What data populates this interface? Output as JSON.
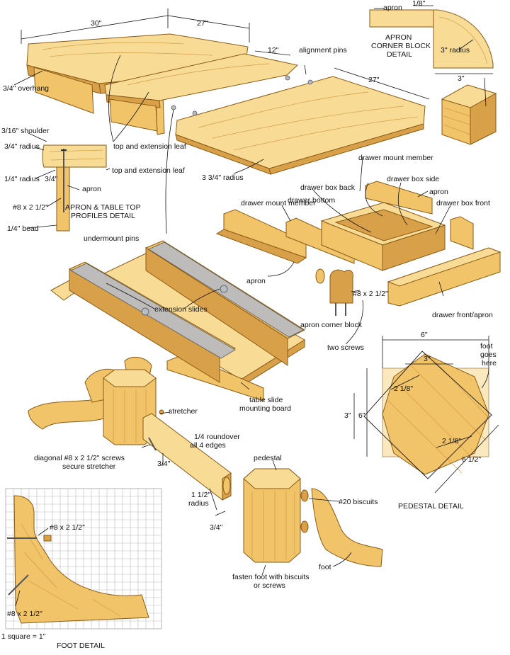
{
  "labels": {
    "dim_30": "30\"",
    "dim_27_top": "27\"",
    "dim_12": "12\"",
    "alignment_pins": "alignment pins",
    "dim_27_leaf": "27\"",
    "overhang": "3/4\" overhang",
    "top_and_extension_leaf_1": "top and extension leaf",
    "radius_3_3_4": "3 3/4\" radius",
    "shoulder": "3/16\" shoulder",
    "radius_3_4": "3/4\" radius",
    "top_and_extension_leaf_2": "top and extension leaf",
    "radius_1_4": "1/4\" radius",
    "dim_3_4_profile": "3/4\"",
    "apron_profile": "apron",
    "screw_profile": "#8 x 2 1/2\"",
    "profiles_detail_1": "APRON & TABLE TOP",
    "profiles_detail_2": "PROFILES DETAIL",
    "bead": "1/4\" bead",
    "undermount_pins": "undermount pins",
    "apron_corner": "apron",
    "dim_1_8": "1/8\"",
    "corner_detail_1": "APRON",
    "corner_detail_2": "CORNER BLOCK",
    "corner_detail_3": "DETAIL",
    "radius_3": "3\" radius",
    "dim_3_corner": "3\"",
    "drawer_mount_member_1": "drawer mount member",
    "drawer_box_back": "drawer box back",
    "drawer_box_side": "drawer box side",
    "drawer_bottom": "drawer bottom",
    "drawer_mount_member_2": "drawer mount member",
    "apron_drawer_right": "apron",
    "drawer_box_front": "drawer box front",
    "apron_drawer_left": "apron",
    "screw_block": "#8 x 2 1/2\"",
    "apron_corner_block": "apron corner block",
    "two_screws": "two screws",
    "drawer_front_apron": "drawer front/apron",
    "extension_slides": "extension slides",
    "table_slide_1": "table slide",
    "table_slide_2": "mounting board",
    "stretcher": "stretcher",
    "roundover_1": "1/4 roundover",
    "roundover_2": "all 4 edges",
    "diag_screws_1": "diagonal #8 x 2 1/2\" screws",
    "diag_screws_2": "secure stretcher",
    "dim_3_4_stretcher": "3/4\"",
    "radius_1_1_2_a": "1 1/2\"",
    "radius_1_1_2_b": "radius",
    "dim_3_4_end": "3/4\"",
    "pedestal": "pedestal",
    "biscuits": "#20 biscuits",
    "foot": "foot",
    "fasten_1": "fasten foot with biscuits",
    "fasten_2": "or screws",
    "screw_foot_1": "#8 x 2 1/2\"",
    "screw_foot_2": "#8 x 2 1/2\"",
    "grid_scale": "1 square = 1\"",
    "foot_detail": "FOOT DETAIL",
    "ped_dim_6_top": "6\"",
    "ped_dim_3_top": "3\"",
    "ped_dim_2_1_8_a": "2 1/8\"",
    "ped_dim_2_1_8_b": "2 1/8\"",
    "ped_dim_3_left": "3\"",
    "ped_dim_6_left": "6\"",
    "ped_dim_6_1_2": "6 1/2\"",
    "foot_goes_1": "foot",
    "foot_goes_2": "goes",
    "foot_goes_3": "here",
    "pedestal_detail": "PEDESTAL DETAIL"
  },
  "colors": {
    "wood_light": "#f8dc96",
    "wood": "#f1c46a",
    "wood_dark": "#d9a04a",
    "outline": "#8a5a14",
    "metal": "#b8bcc4"
  }
}
